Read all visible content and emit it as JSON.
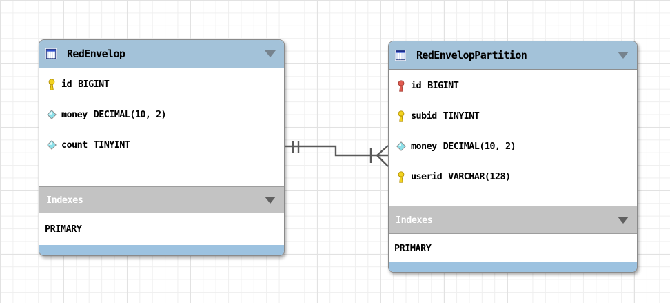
{
  "colors": {
    "table_header": "#a3c2d9",
    "table_footer": "#9cc2e0",
    "indexes_header": "#c3c3c3",
    "connector": "#5a5a5a",
    "primary_key": "#f2d321",
    "foreign_key": "#e15b50",
    "column_diamond": "#8ce1ea"
  },
  "tables": [
    {
      "name": "RedEnvelop",
      "columns": [
        {
          "icon": "primary-key",
          "name": "id",
          "type": "BIGINT"
        },
        {
          "icon": "column",
          "name": "money",
          "type": "DECIMAL(10, 2)"
        },
        {
          "icon": "column",
          "name": "count",
          "type": "TINYINT"
        }
      ],
      "indexes_label": "Indexes",
      "indexes": [
        "PRIMARY"
      ]
    },
    {
      "name": "RedEnvelopPartition",
      "columns": [
        {
          "icon": "foreign-key",
          "name": "id",
          "type": "BIGINT"
        },
        {
          "icon": "primary-key",
          "name": "subid",
          "type": "TINYINT"
        },
        {
          "icon": "column",
          "name": "money",
          "type": "DECIMAL(10, 2)"
        },
        {
          "icon": "primary-key",
          "name": "userid",
          "type": "VARCHAR(128)"
        }
      ],
      "indexes_label": "Indexes",
      "indexes": [
        "PRIMARY"
      ]
    }
  ],
  "relationship": {
    "from_table": "RedEnvelop",
    "to_table": "RedEnvelopPartition",
    "from_cardinality": "one-and-only-one (||)",
    "to_cardinality": "one-or-many (|<)"
  }
}
